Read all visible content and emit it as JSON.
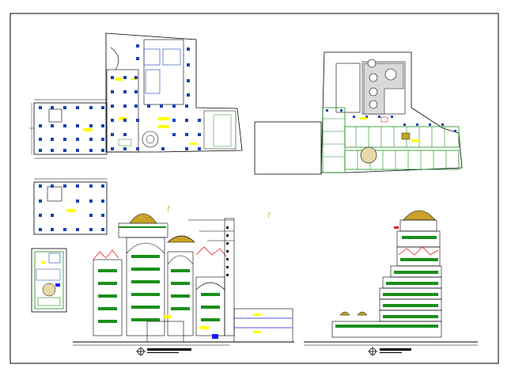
{
  "drawing": {
    "type": "CAD architectural sheet",
    "description_visible_text": [],
    "colors": {
      "line": "#000000",
      "column": "#1a3fb5",
      "label": "#ffff00",
      "plant": "#1a8f1a",
      "roof_red": "#e02020",
      "dome": "#c9a227",
      "accent_blue": "#1a1aff",
      "grey_fill": "#d9d9d9"
    },
    "views": [
      {
        "id": "ground-floor-plan",
        "kind": "plan"
      },
      {
        "id": "upper-floor-plan",
        "kind": "plan"
      },
      {
        "id": "roof-plan-small",
        "kind": "plan"
      },
      {
        "id": "site-detail-plan",
        "kind": "plan"
      },
      {
        "id": "front-elevation",
        "kind": "elevation"
      },
      {
        "id": "side-elevation",
        "kind": "elevation"
      }
    ],
    "title_marks": [
      {
        "id": "title-mark-front"
      },
      {
        "id": "title-mark-side"
      }
    ]
  }
}
